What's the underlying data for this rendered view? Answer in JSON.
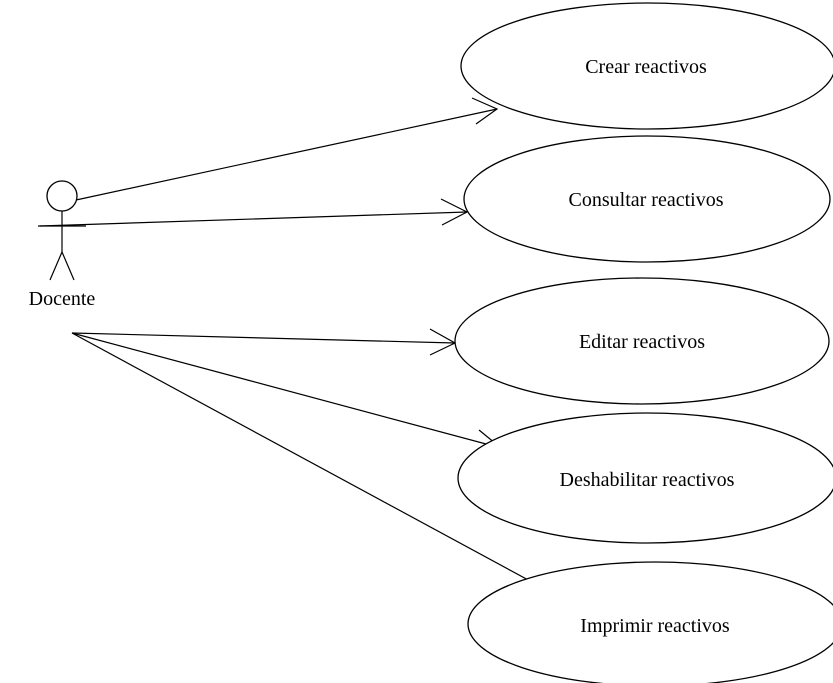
{
  "actor": {
    "name": "Docente",
    "icon": "stick-figure-actor-icon"
  },
  "use_cases": [
    {
      "label": "Crear reactivos"
    },
    {
      "label": "Consultar reactivos"
    },
    {
      "label": "Editar reactivos"
    },
    {
      "label": "Deshabilitar reactivos"
    },
    {
      "label": "Imprimir reactivos"
    }
  ],
  "colors": {
    "stroke": "#000000",
    "background": "#ffffff"
  }
}
